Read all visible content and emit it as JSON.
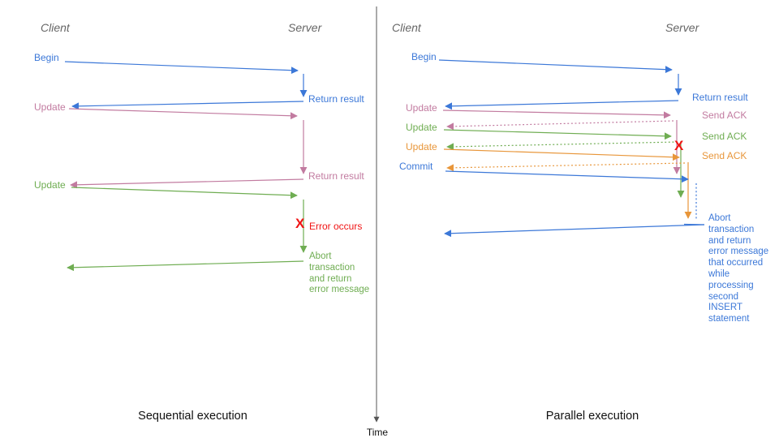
{
  "colors": {
    "blue": "#3c78d8",
    "pink": "#c27ba0",
    "green": "#6fad52",
    "orange": "#e8963a",
    "red": "#f01414",
    "header_gray": "#666666",
    "divider_gray": "#555555",
    "caption_black": "#111111"
  },
  "timeline": {
    "label": "Time"
  },
  "left": {
    "caption": "Sequential execution",
    "client_header": "Client",
    "server_header": "Server",
    "events": {
      "begin": "Begin",
      "return_result_1": "Return result",
      "update_1": "Update",
      "return_result_2": "Return result",
      "update_2": "Update",
      "error_marker": "X",
      "error_label": "Error occurs",
      "abort_message": "Abort\ntransaction\nand return\nerror message"
    }
  },
  "right": {
    "caption": "Parallel execution",
    "client_header": "Client",
    "server_header": "Server",
    "events": {
      "begin": "Begin",
      "return_result": "Return result",
      "update_1": "Update",
      "send_ack_1": "Send ACK",
      "update_2": "Update",
      "send_ack_2": "Send ACK",
      "update_3": "Update",
      "send_ack_3": "Send ACK",
      "commit": "Commit",
      "error_marker": "X",
      "abort_message": "Abort\ntransaction\nand return\nerror message\nthat occurred\nwhile\nprocessing\nsecond\nINSERT\nstatement"
    }
  }
}
